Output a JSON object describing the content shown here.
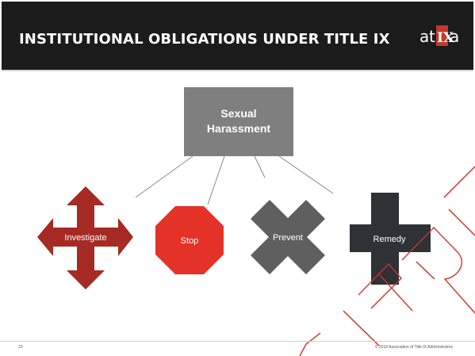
{
  "slide": {
    "title": "INSTITUTIONAL OBLIGATIONS UNDER TITLE IX",
    "logo_text": "atixa",
    "slide_number": "23",
    "copyright": "© 2018 Association of Title IX Administrators"
  },
  "diagram": {
    "root": {
      "label_line1": "Sexual",
      "label_line2": "Harassment",
      "color": "#7f7f7f"
    },
    "children": [
      {
        "label": "Investigate",
        "shape": "four-way-arrow",
        "color": "#a52a24"
      },
      {
        "label": "Stop",
        "shape": "octagon",
        "color": "#e53228"
      },
      {
        "label": "Prevent",
        "shape": "x-cross",
        "color": "#5f5f5f"
      },
      {
        "label": "Remedy",
        "shape": "plus-cross",
        "color": "#2e3136"
      }
    ]
  },
  "colors": {
    "header": "#1b1b1b",
    "logo_accent": "#c0392b",
    "watermark": "#c4382e"
  }
}
